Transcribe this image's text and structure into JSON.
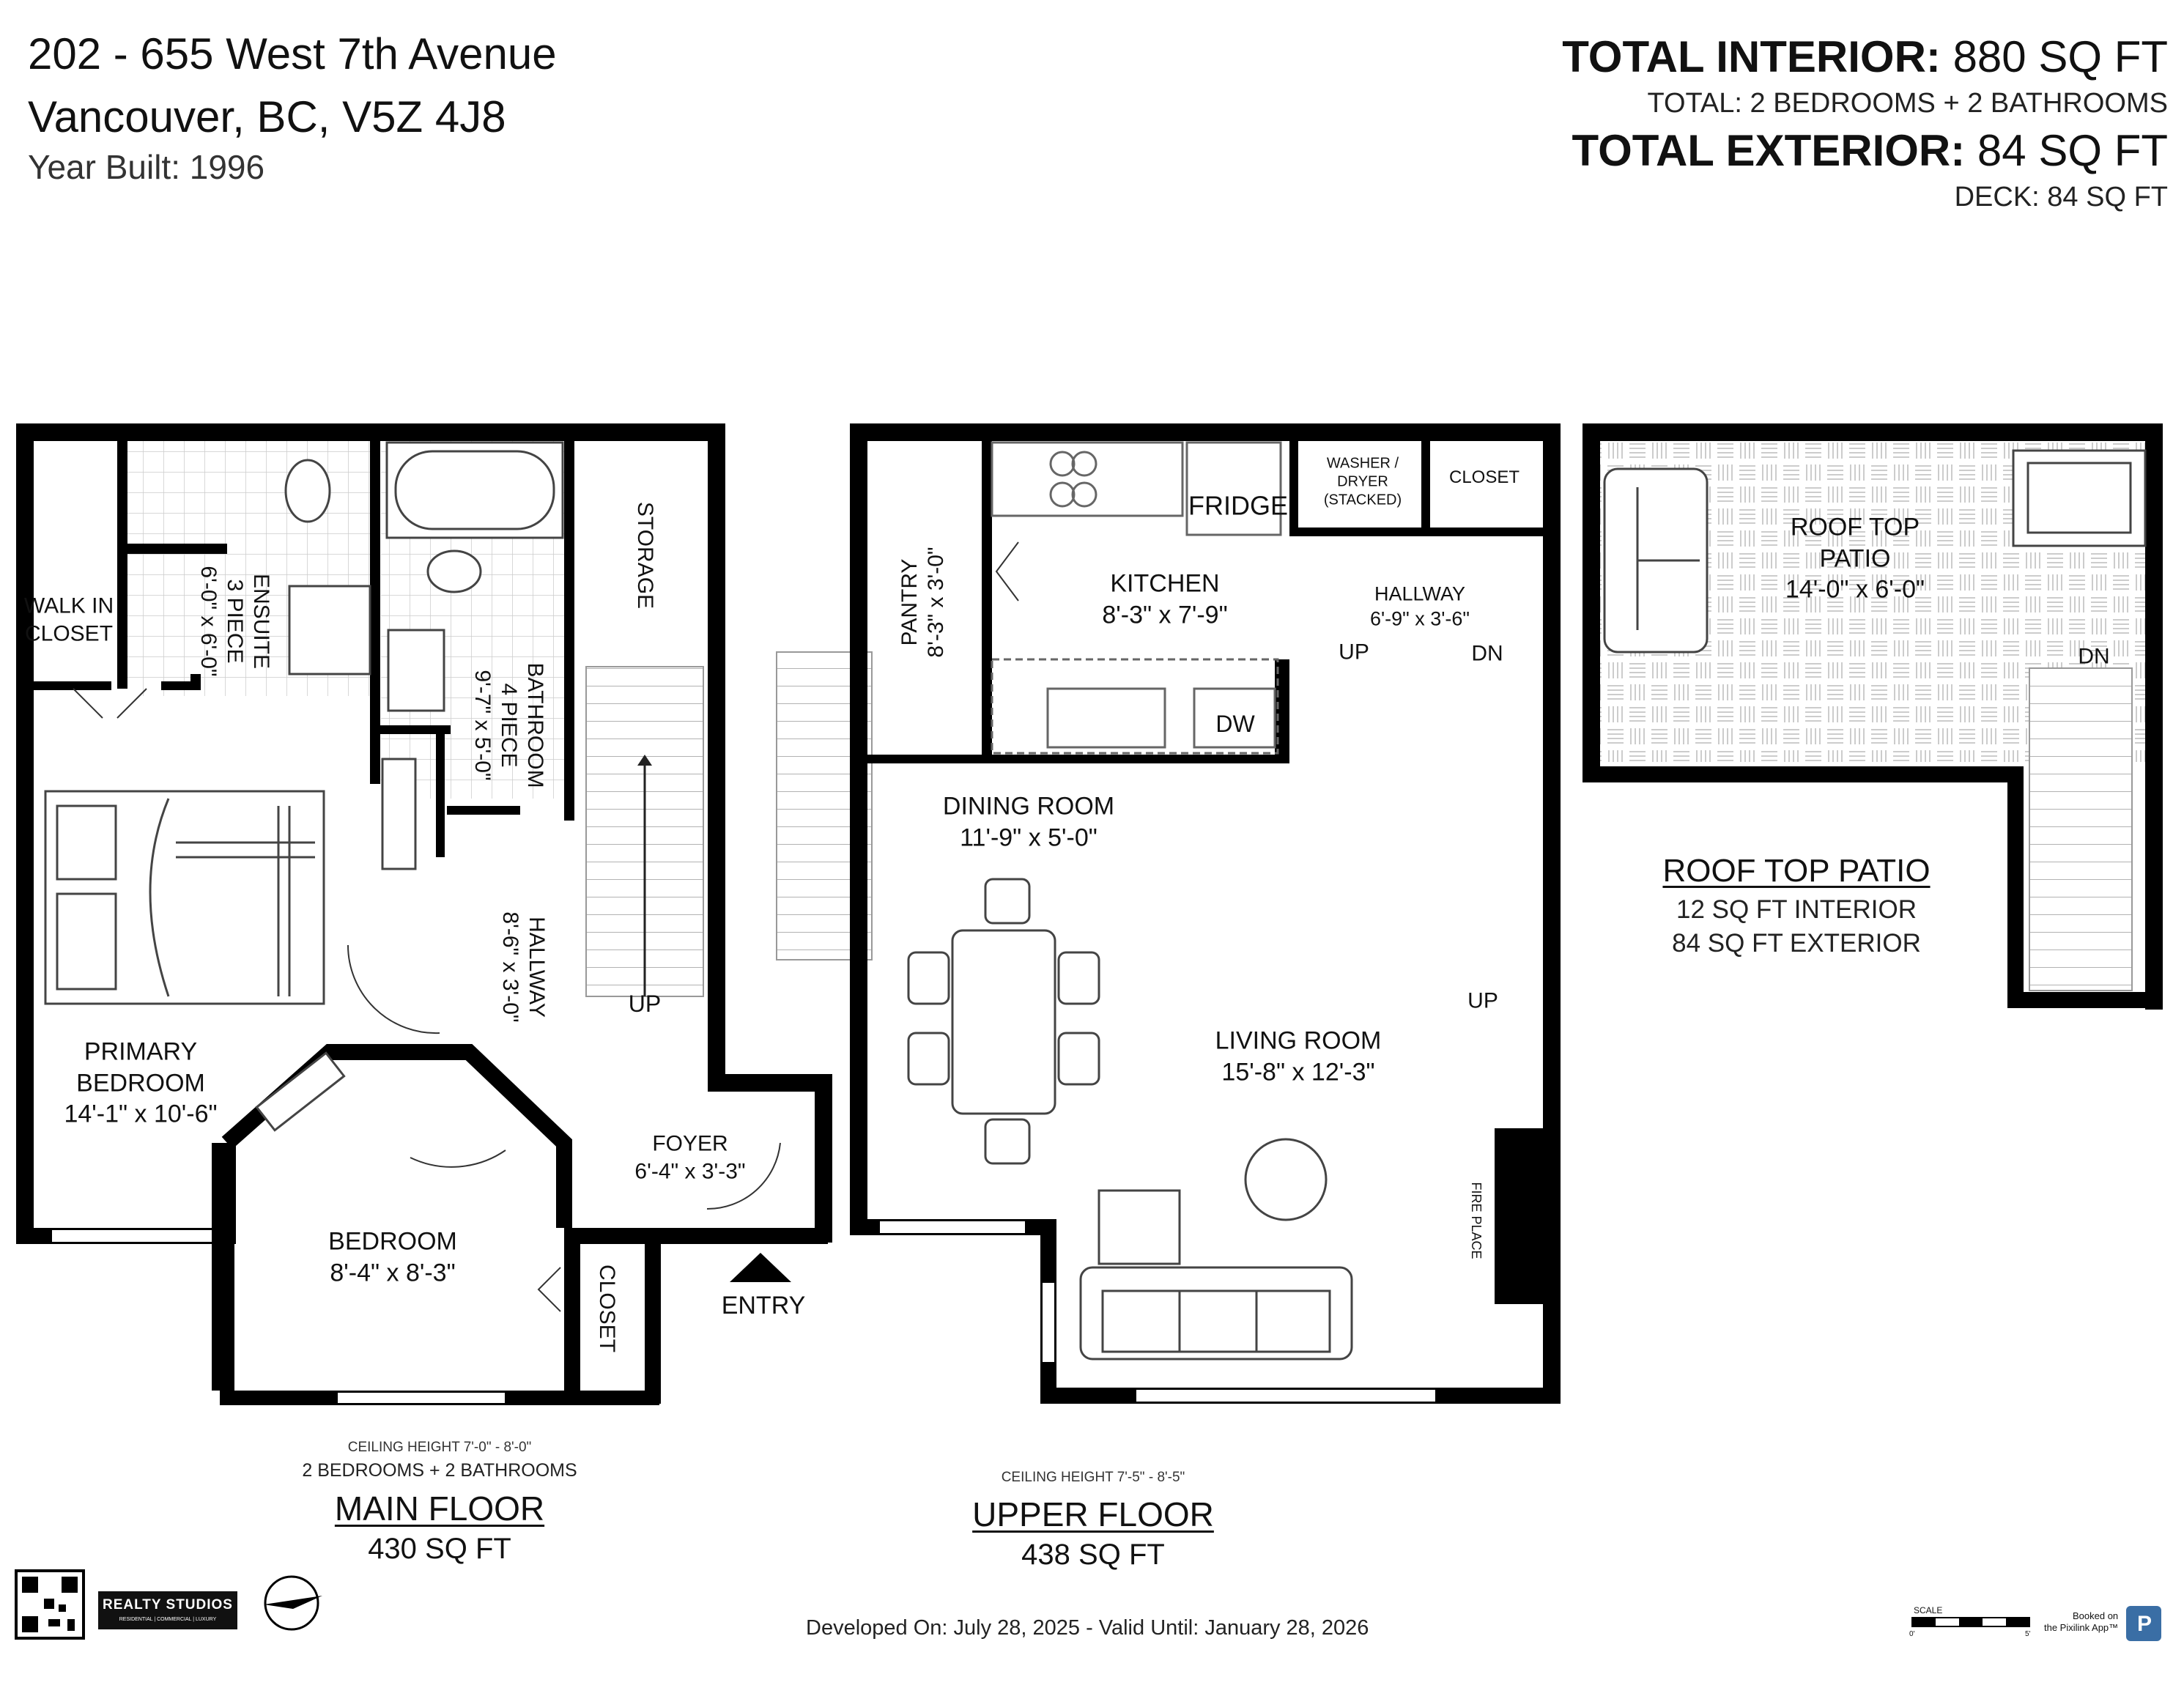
{
  "header": {
    "address_line1": "202 - 655 West 7th Avenue",
    "address_line2": "Vancouver, BC, V5Z 4J8",
    "year_built": "Year Built: 1996",
    "total_interior_label": "TOTAL INTERIOR:",
    "total_interior_value": "880 SQ FT",
    "bed_bath_total": "TOTAL: 2 BEDROOMS + 2 BATHROOMS",
    "total_exterior_label": "TOTAL EXTERIOR:",
    "total_exterior_value": "84 SQ FT",
    "deck": "DECK: 84 SQ FT"
  },
  "main_floor": {
    "rooms": {
      "walk_in_closet": "WALK IN\nCLOSET",
      "ensuite": "ENSUITE\n3 PIECE\n6'-0\" x 6'-0\"",
      "bathroom": "BATHROOM\n4 PIECE\n9'-7\" x 5'-0\"",
      "storage": "STORAGE",
      "hallway": "HALLWAY\n8'-6\" x 3'-0\"",
      "primary_bedroom_name": "PRIMARY\nBEDROOM",
      "primary_bedroom_dim": "14'-1\" x 10'-6\"",
      "bedroom_name": "BEDROOM",
      "bedroom_dim": "8'-4\" x 8'-3\"",
      "foyer_name": "FOYER",
      "foyer_dim": "6'-4\" x 3'-3\"",
      "closet": "CLOSET",
      "up": "UP",
      "entry": "ENTRY"
    },
    "ceiling": "CEILING HEIGHT 7'-0\" - 8'-0\"",
    "beds_baths": "2 BEDROOMS + 2 BATHROOMS",
    "name": "MAIN FLOOR",
    "area": "430 SQ FT"
  },
  "upper_floor": {
    "rooms": {
      "pantry": "PANTRY\n8'-3\" x 3'-0\"",
      "fridge": "FRIDGE",
      "washer_dryer": "WASHER /\nDRYER\n(STACKED)",
      "closet": "CLOSET",
      "kitchen_name": "KITCHEN",
      "kitchen_dim": "8'-3\" x 7'-9\"",
      "hallway_name": "HALLWAY",
      "hallway_dim": "6'-9\" x 3'-6\"",
      "up1": "UP",
      "dn": "DN",
      "dw": "DW",
      "dining_name": "DINING ROOM",
      "dining_dim": "11'-9\" x 5'-0\"",
      "living_name": "LIVING ROOM",
      "living_dim": "15'-8\" x 12'-3\"",
      "up2": "UP",
      "fireplace": "FIRE PLACE"
    },
    "ceiling": "CEILING HEIGHT 7'-5\" - 8'-5\"",
    "name": "UPPER FLOOR",
    "area": "438 SQ FT"
  },
  "roof_top": {
    "room_name": "ROOF TOP\nPATIO",
    "room_dim": "14'-0\" x 6'-0\"",
    "dn": "DN",
    "name": "ROOF TOP PATIO",
    "interior": "12 SQ FT INTERIOR",
    "exterior": "84 SQ FT EXTERIOR"
  },
  "footer": {
    "developed": "Developed On: July 28, 2025 - Valid Until: January 28, 2026",
    "brand": "REALTY STUDIOS",
    "brand_tagline": "RESIDENTIAL | COMMERCIAL | LUXURY",
    "scale_label": "SCALE",
    "scale_0": "0'",
    "scale_5": "5'",
    "booked": "Booked on\nthe Pixilink App™",
    "app_badge": "P"
  },
  "colors": {
    "wall": "#000000",
    "fixture": "#444444",
    "text": "#111111",
    "floor_grey": "#bbbbbb",
    "badge": "#3a6ea5"
  }
}
